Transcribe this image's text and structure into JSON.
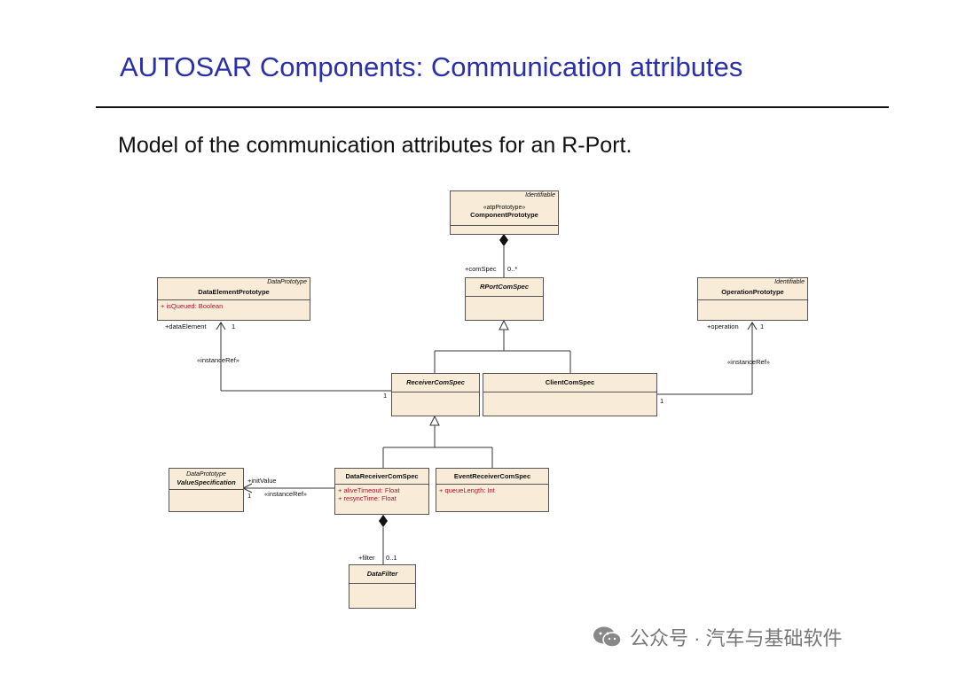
{
  "title": "AUTOSAR Components: Communication attributes",
  "subtitle": "Model of the communication attributes for an R-Port.",
  "diagram": {
    "component_prototype": {
      "stereotype": "Identifiable",
      "keyword": "«atpPrototype»",
      "name": "ComponentPrototype"
    },
    "rport_com_spec": {
      "name": "RPortComSpec"
    },
    "data_element_prototype": {
      "stereotype": "DataPrototype",
      "name": "DataElementPrototype",
      "attrs": [
        "+   isQueued:  Boolean"
      ]
    },
    "operation_prototype": {
      "stereotype": "Identifiable",
      "name": "OperationPrototype"
    },
    "receiver_com_spec": {
      "name": "ReceiverComSpec"
    },
    "client_com_spec": {
      "name": "ClientComSpec"
    },
    "value_specification": {
      "stereotype": "DataPrototype",
      "name": "ValueSpecification"
    },
    "data_receiver_com_spec": {
      "name": "DataReceiverComSpec",
      "attrs": [
        "+   aliveTimeout:  Float",
        "+   resyncTime:  Float"
      ]
    },
    "event_receiver_com_spec": {
      "name": "EventReceiverComSpec",
      "attrs": [
        "+   queueLength:  Int"
      ]
    },
    "data_filter": {
      "name": "DataFilter"
    },
    "labels": {
      "comspec_role": "+comSpec",
      "comspec_mult": "0..*",
      "data_element_role": "+dataElement",
      "data_element_mult": "1",
      "instance_ref_left": "«instanceRef»",
      "receiver_mult": "1",
      "operation_role": "+operation",
      "operation_mult": "1",
      "instance_ref_right": "«instanceRef»",
      "client_mult": "1",
      "init_value_role": "+initValue",
      "init_value_mult": "1",
      "instance_ref_bottom": "«instanceRef»",
      "filter_role": "+filter",
      "filter_mult": "0..1"
    }
  },
  "watermark": {
    "text": "公众号 · 汽车与基础软件",
    "icon": "wechat-icon"
  }
}
